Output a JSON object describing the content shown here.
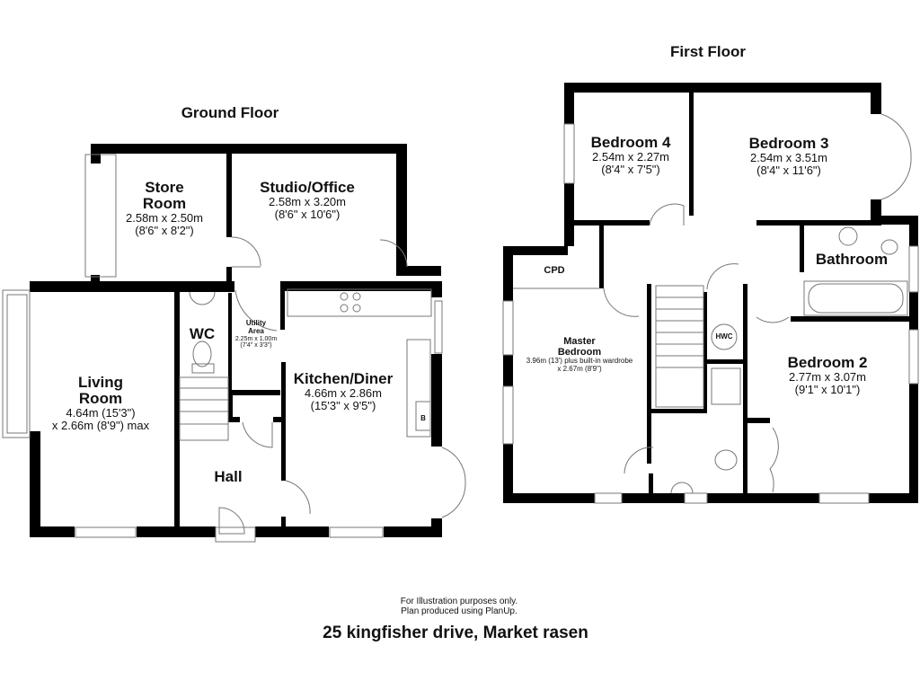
{
  "ground_floor": {
    "title": "Ground Floor",
    "rooms": {
      "store_room": {
        "name_line1": "Store",
        "name_line2": "Room",
        "dims_m": "2.58m x 2.50m",
        "dims_ft": "(8'6\" x 8'2\")"
      },
      "studio_office": {
        "name": "Studio/Office",
        "dims_m": "2.58m x 3.20m",
        "dims_ft": "(8'6\" x 10'6\")"
      },
      "wc": {
        "name": "WC"
      },
      "utility_area": {
        "name_line1": "Utility",
        "name_line2": "Area",
        "dims_m": "2.25m x 1.00m",
        "dims_ft": "(7'4\" x 3'3\")"
      },
      "living_room": {
        "name_line1": "Living",
        "name_line2": "Room",
        "dims_line1": "4.64m (15'3\")",
        "dims_line2": "x 2.66m (8'9\") max"
      },
      "kitchen_diner": {
        "name": "Kitchen/Diner",
        "dims_m": "4.66m x 2.86m",
        "dims_ft": "(15'3\" x 9'5\")"
      },
      "hall": {
        "name": "Hall"
      }
    },
    "fixtures": {
      "boiler": "B"
    }
  },
  "first_floor": {
    "title": "First Floor",
    "rooms": {
      "bedroom_4": {
        "name": "Bedroom 4",
        "dims_m": "2.54m x 2.27m",
        "dims_ft": "(8'4\" x 7'5\")"
      },
      "bedroom_3": {
        "name": "Bedroom 3",
        "dims_m": "2.54m x 3.51m",
        "dims_ft": "(8'4\" x 11'6\")"
      },
      "bathroom": {
        "name": "Bathroom"
      },
      "cpd": {
        "name": "CPD"
      },
      "master_bedroom": {
        "name_line1": "Master",
        "name_line2": "Bedroom",
        "dims_line1": "3.96m (13') plus built-in wardrobe",
        "dims_line2": "x 2.67m (8'9\")"
      },
      "bedroom_2": {
        "name": "Bedroom 2",
        "dims_m": "2.77m x 3.07m",
        "dims_ft": "(9'1\" x 10'1\")"
      }
    },
    "fixtures": {
      "hot_water_cylinder": "HWC"
    }
  },
  "footer": {
    "disclaimer_line1": "For Illustration purposes only.",
    "disclaimer_line2": "Plan produced using PlanUp.",
    "address": "25 kingfisher drive, Market rasen"
  },
  "colors": {
    "wall": "#000000",
    "fixture_line": "#777777",
    "background": "#ffffff"
  }
}
